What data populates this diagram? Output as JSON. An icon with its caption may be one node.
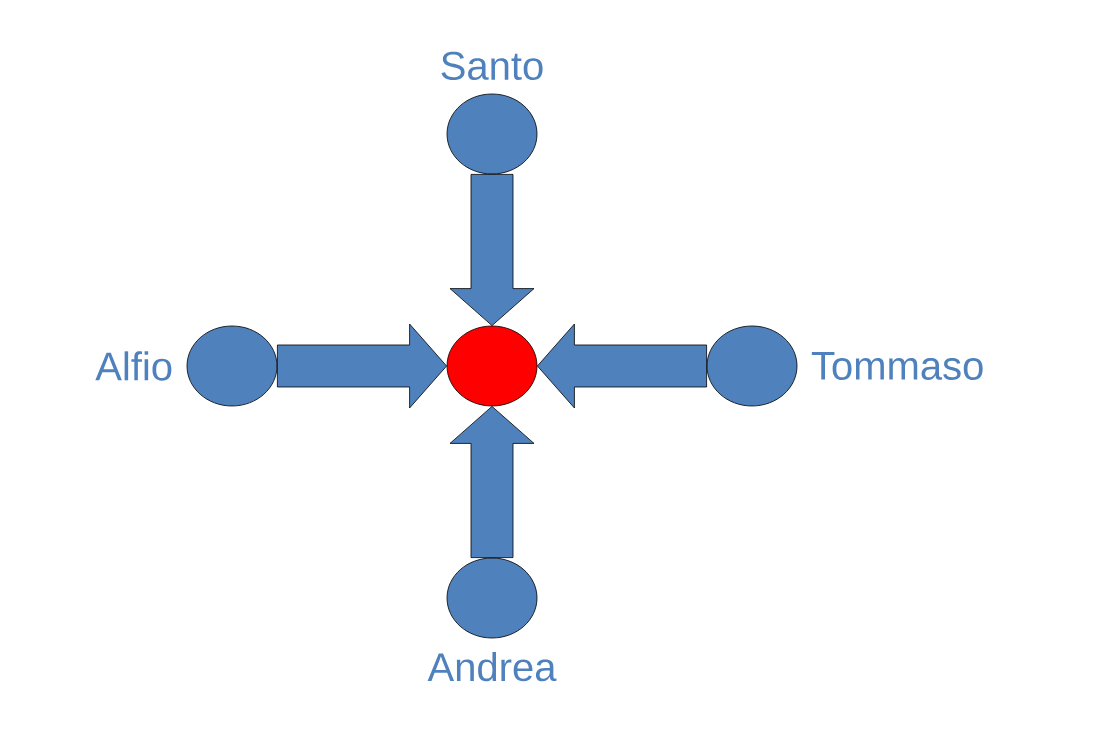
{
  "diagram": {
    "nodes": [
      {
        "text": [
          "Santo"
        ]
      },
      {
        "text": [
          "Alfio"
        ]
      },
      {
        "text": [],
        "shape": "circle"
      },
      {
        "text": [
          "Tommaso"
        ]
      },
      {
        "text": [
          "Andrea"
        ]
      }
    ],
    "edges": [
      {
        "from": 0,
        "to": 2,
        "arrow": "to"
      },
      {
        "from": 1,
        "to": 2,
        "arrow": "to"
      },
      {
        "from": 3,
        "to": 2,
        "arrow": "to"
      },
      {
        "from": 4,
        "to": 2,
        "arrow": "to"
      }
    ]
  }
}
